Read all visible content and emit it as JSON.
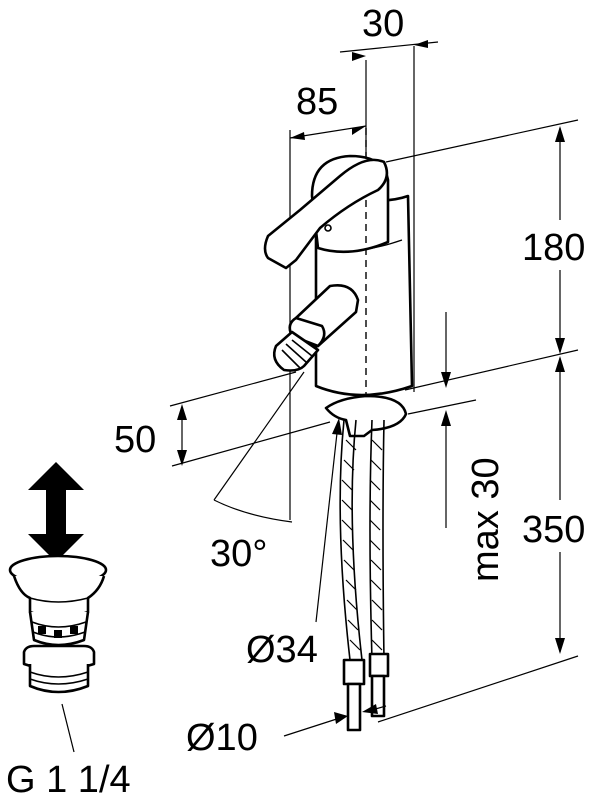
{
  "drawing": {
    "labels": {
      "width_top": "30",
      "reach": "85",
      "height_upper": "180",
      "height_lower": "350",
      "spout_height": "50",
      "angle": "30°",
      "deck_thickness": "max 30",
      "hole_diameter": "Ø34",
      "hose_diameter": "Ø10",
      "waste_thread": "G 1 1/4"
    },
    "icons": {
      "faucet": "bidet-mixer-tap-icon",
      "waste": "pop-up-waste-icon",
      "direction": "up-down-arrow-icon"
    },
    "colors": {
      "line": "#000000",
      "background": "#ffffff"
    }
  }
}
